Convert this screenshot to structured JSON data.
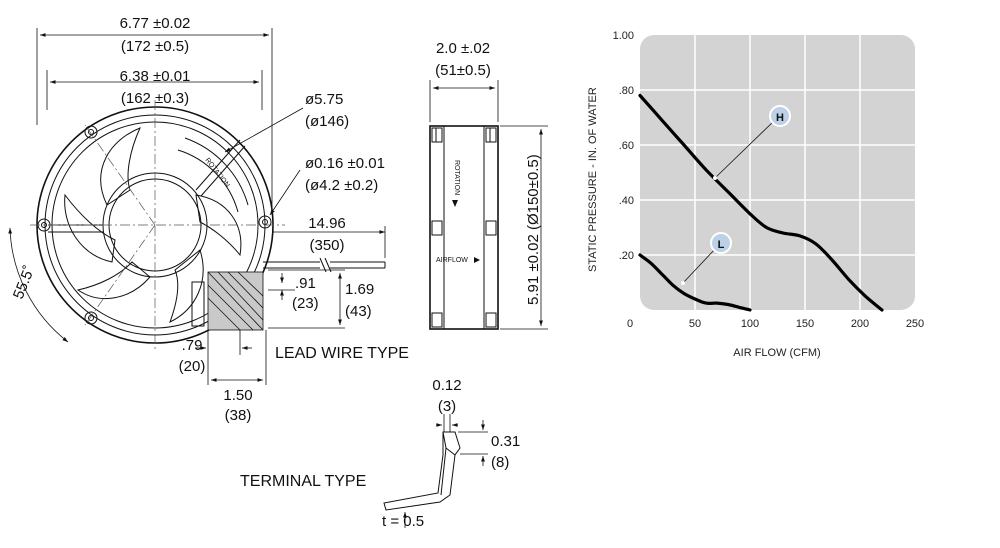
{
  "fan_drawing": {
    "width_outer_in": "6.77 ±0.02",
    "width_outer_mm": "(172 ±0.5)",
    "width_inner_in": "6.38 ±0.01",
    "width_inner_mm": "(162 ±0.3)",
    "dia_in": "ø5.75",
    "dia_mm": "(ø146)",
    "hole_in": "ø0.16 ±0.01",
    "hole_mm": "(ø4.2 ±0.2)",
    "lead_len_in": "14.96",
    "lead_len_mm": "(350)",
    "angle": "55.5˚",
    "rotation_label": "ROTATION",
    "dim_91_in": ".91",
    "dim_91_mm": "(23)",
    "dim_169_in": "1.69",
    "dim_169_mm": "(43)",
    "dim_79_in": ".79",
    "dim_79_mm": "(20)",
    "dim_150_in": "1.50",
    "dim_150_mm": "(38)",
    "lead_wire_type": "LEAD WIRE TYPE"
  },
  "side_view": {
    "depth_in": "2.0 ±.02",
    "depth_mm": "(51±0.5)",
    "height_label": "5.91 ±0.02 (Ø150±0.5)",
    "rotation_label": "ROTATION",
    "airflow_label": "AIRFLOW"
  },
  "terminal": {
    "title": "TERMINAL TYPE",
    "width_in": "0.12",
    "width_mm": "(3)",
    "height_in": "0.31",
    "height_mm": "(8)",
    "thickness": "t = 0.5"
  },
  "chart_data": {
    "type": "line",
    "xlabel": "AIR FLOW (CFM)",
    "ylabel": "STATIC PRESSURE - IN. OF WATER",
    "xlim": [
      0,
      250
    ],
    "ylim": [
      0,
      1.0
    ],
    "x_ticks": [
      "0",
      "50",
      "100",
      "150",
      "200",
      "250"
    ],
    "y_ticks": [
      ".20",
      ".40",
      ".60",
      ".80",
      "1.00"
    ],
    "grid": true,
    "series": [
      {
        "name": "H",
        "x": [
          0,
          20,
          40,
          60,
          80,
          100,
          115,
          130,
          145,
          160,
          175,
          190,
          205,
          220
        ],
        "y": [
          0.78,
          0.69,
          0.6,
          0.51,
          0.43,
          0.35,
          0.3,
          0.28,
          0.27,
          0.24,
          0.18,
          0.11,
          0.05,
          0.0
        ]
      },
      {
        "name": "L",
        "x": [
          0,
          10,
          20,
          30,
          40,
          50,
          60,
          70,
          80,
          90,
          100
        ],
        "y": [
          0.2,
          0.17,
          0.13,
          0.09,
          0.06,
          0.04,
          0.025,
          0.025,
          0.02,
          0.01,
          0.0
        ]
      }
    ]
  }
}
